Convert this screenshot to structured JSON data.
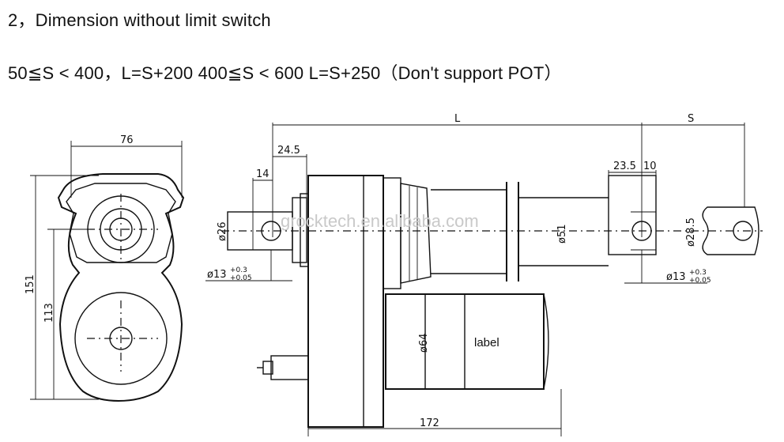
{
  "header": {
    "line1": "2，Dimension without limit switch",
    "line2": "50≦S < 400，L=S+200   400≦S < 600  L=S+250（Don't support POT）"
  },
  "drawing": {
    "dims": {
      "width_76": "76",
      "height_151": "151",
      "height_113": "113",
      "d_24_5": "24.5",
      "d_14": "14",
      "d_L": "L",
      "d_S": "S",
      "d_23_5": "23.5",
      "d_10": "10",
      "dia_26": "ø26",
      "dia_51": "ø51",
      "dia_28_5": "ø28.5",
      "dia_64": "ø64",
      "hole_left": "ø13",
      "hole_right": "ø13",
      "tol_plus": "+0.3",
      "tol_minus": "+0.05",
      "length_172": "172"
    },
    "motor_label": "label",
    "watermark": "grocktech.en.alibaba.com"
  }
}
